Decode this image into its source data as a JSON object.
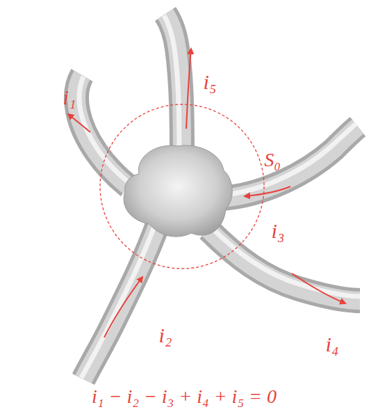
{
  "diagram": {
    "caption": "i₁ − i₂ − i₃ + i₄ + i₅ = 0",
    "labels": [
      "i₁",
      "i₅",
      "S₀",
      "i₃",
      "i₂",
      "i₄"
    ]
  }
}
